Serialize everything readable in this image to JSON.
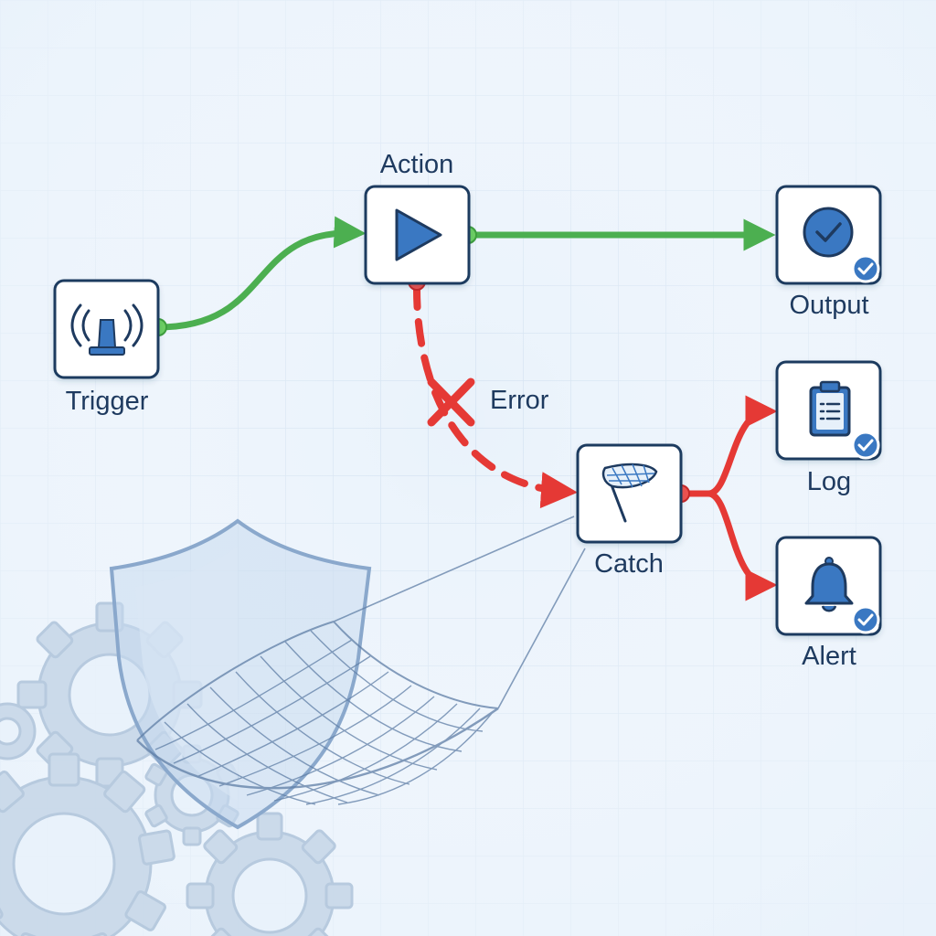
{
  "nodes": {
    "trigger": {
      "label": "Trigger",
      "icon": "beacon-icon"
    },
    "action": {
      "label": "Action",
      "icon": "play-icon"
    },
    "output": {
      "label": "Output",
      "icon": "check-circle-icon"
    },
    "catch": {
      "label": "Catch",
      "icon": "net-icon"
    },
    "log": {
      "label": "Log",
      "icon": "clipboard-icon"
    },
    "alert": {
      "label": "Alert",
      "icon": "bell-icon"
    }
  },
  "edges": {
    "error_label": "Error"
  },
  "colors": {
    "success": "#4caf50",
    "error": "#e53935",
    "node_border": "#1e3a5f",
    "icon_blue": "#3a78c2",
    "grid": "#cfe0f1",
    "background": "#e9f2fb"
  }
}
